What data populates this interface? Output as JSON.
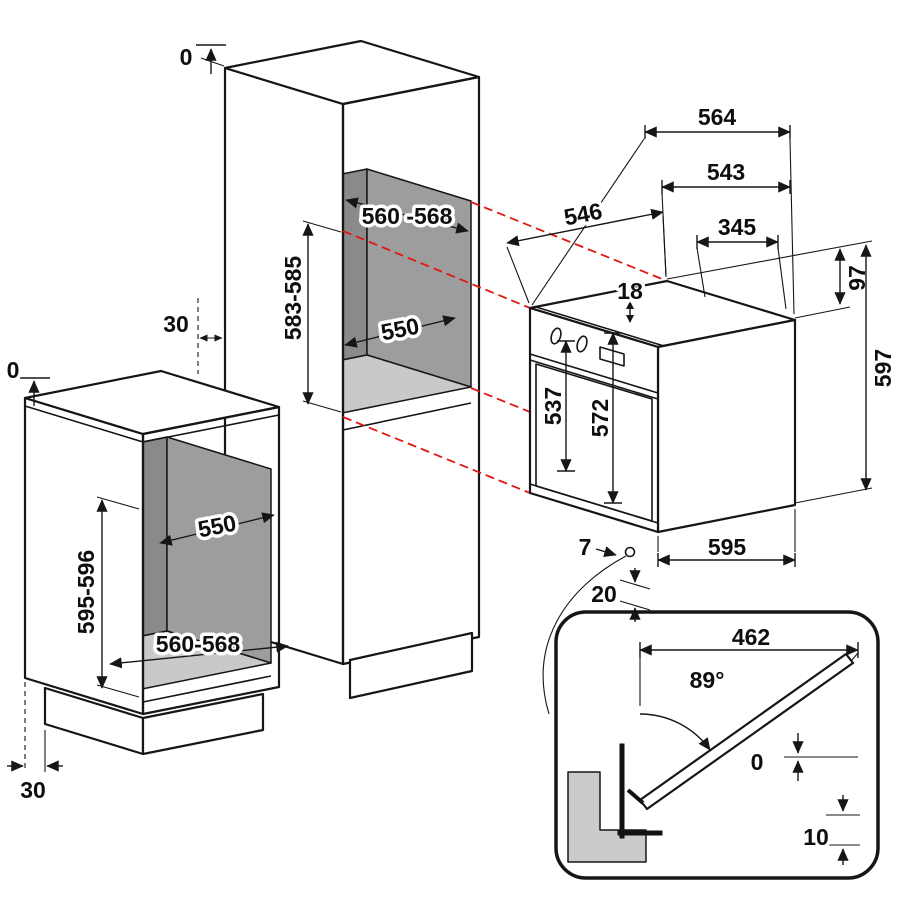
{
  "figure": {
    "background": "#ffffff",
    "line_color": "#161616",
    "accent_red": "#e01812",
    "niche_back_fill": "#9d9d9d",
    "niche_floor_fill": "#c9c9c9",
    "niche_side_fill": "#8a8a8a",
    "section_fill": "#cbcbcb"
  },
  "tall_unit": {
    "top_clearance": "0",
    "side_clearance": "30",
    "niche_width": "560 -568",
    "niche_height": "583-585",
    "niche_depth": "550"
  },
  "base_unit": {
    "top_clearance": "0",
    "niche_depth": "550",
    "niche_height": "595-596",
    "niche_width": "560-568",
    "plinth_recess": "30"
  },
  "oven": {
    "depth_total": "564",
    "depth_body": "543",
    "depth_top": "546",
    "top_rear_width": "345",
    "front_lip": "18",
    "panel_height": "97",
    "inner_height": "537",
    "door_height": "572",
    "total_height": "597",
    "front_width": "595",
    "front_gap": "7",
    "bottom_gap": "20"
  },
  "door_detail": {
    "door_depth": "462",
    "opening_angle": "89°",
    "front_gap": "0",
    "bottom_clearance": "10"
  }
}
